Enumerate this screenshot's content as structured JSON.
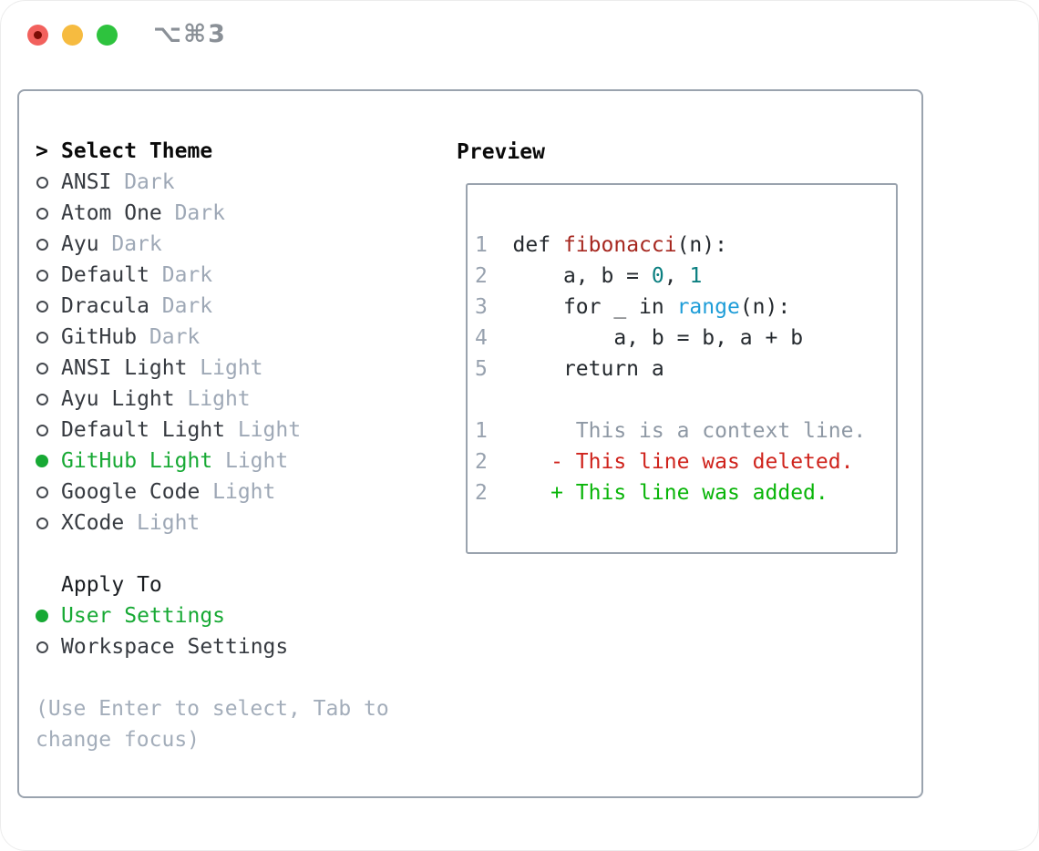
{
  "window": {
    "title": "⌥⌘3"
  },
  "colors": {
    "selection_green": "#17a934",
    "added_green": "#09b509",
    "deleted_red": "#cf231c",
    "function_red": "#a6271f",
    "literal_teal": "#0b7f80",
    "builtin_blue": "#1e9dd8",
    "variant_gray": "#9ea8b6",
    "line_number_gray": "#98a2af",
    "context_gray": "#8e98a4",
    "border_gray": "#9aa3ae"
  },
  "theme_panel": {
    "header_cursor": ">",
    "header": "Select Theme",
    "items": [
      {
        "name": "ANSI",
        "variant": "Dark",
        "selected": false
      },
      {
        "name": "Atom One",
        "variant": "Dark",
        "selected": false
      },
      {
        "name": "Ayu",
        "variant": "Dark",
        "selected": false
      },
      {
        "name": "Default",
        "variant": "Dark",
        "selected": false
      },
      {
        "name": "Dracula",
        "variant": "Dark",
        "selected": false
      },
      {
        "name": "GitHub",
        "variant": "Dark",
        "selected": false
      },
      {
        "name": "ANSI Light",
        "variant": "Light",
        "selected": false
      },
      {
        "name": "Ayu Light",
        "variant": "Light",
        "selected": false
      },
      {
        "name": "Default Light",
        "variant": "Light",
        "selected": false
      },
      {
        "name": "GitHub Light",
        "variant": "Light",
        "selected": true
      },
      {
        "name": "Google Code",
        "variant": "Light",
        "selected": false
      },
      {
        "name": "XCode",
        "variant": "Light",
        "selected": false
      }
    ]
  },
  "apply_panel": {
    "header": "Apply To",
    "items": [
      {
        "name": "User Settings",
        "selected": true
      },
      {
        "name": "Workspace Settings",
        "selected": false
      }
    ]
  },
  "footer": {
    "lines": [
      "(Use Enter to select, Tab to",
      "change focus)"
    ]
  },
  "preview": {
    "title": "Preview",
    "lines": [
      {
        "num": "1",
        "segs": [
          {
            "t": "  def ",
            "c": "code"
          },
          {
            "t": "fibonacci",
            "c": "func"
          },
          {
            "t": "(n):",
            "c": "code"
          }
        ]
      },
      {
        "num": "2",
        "segs": [
          {
            "t": "      a, b = ",
            "c": "code"
          },
          {
            "t": "0",
            "c": "lit"
          },
          {
            "t": ", ",
            "c": "code"
          },
          {
            "t": "1",
            "c": "lit"
          }
        ]
      },
      {
        "num": "3",
        "segs": [
          {
            "t": "      for _ in ",
            "c": "code"
          },
          {
            "t": "range",
            "c": "builtin"
          },
          {
            "t": "(n):",
            "c": "code"
          }
        ]
      },
      {
        "num": "4",
        "segs": [
          {
            "t": "          a, b = b, a + b",
            "c": "code"
          }
        ]
      },
      {
        "num": "5",
        "segs": [
          {
            "t": "      return a",
            "c": "code"
          }
        ]
      },
      {
        "num": "",
        "segs": []
      },
      {
        "num": "1",
        "segs": [
          {
            "t": "       This is a context line.",
            "c": "context"
          }
        ]
      },
      {
        "num": "2",
        "segs": [
          {
            "t": "     - This line was deleted.",
            "c": "deleted"
          }
        ]
      },
      {
        "num": "2",
        "segs": [
          {
            "t": "     + This line was added.",
            "c": "added"
          }
        ]
      }
    ]
  }
}
